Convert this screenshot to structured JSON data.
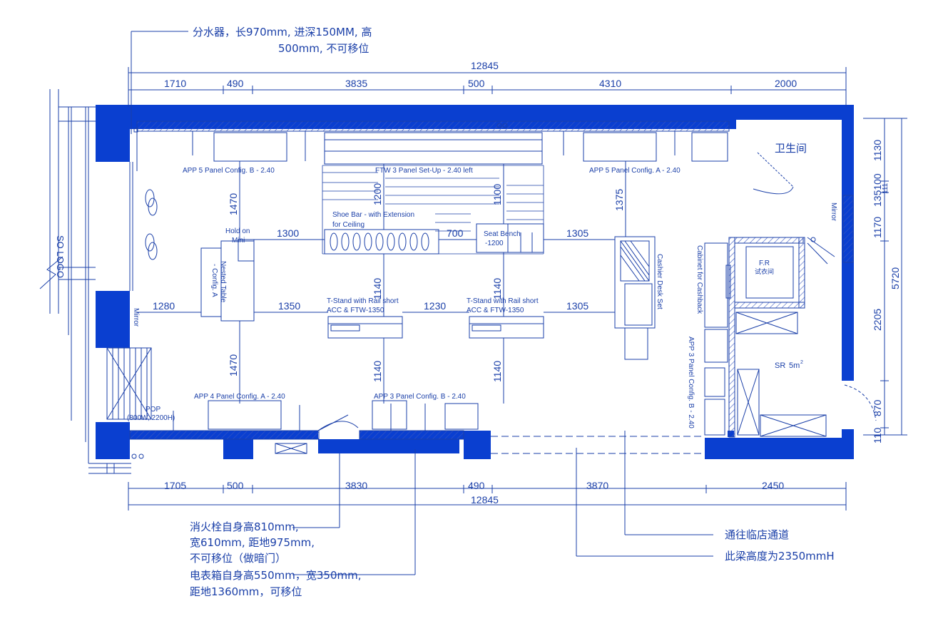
{
  "notes": {
    "water_manifold_1": "分水器，长970mm, 进深150MM, 高",
    "water_manifold_2": "500mm, 不可移位",
    "hydrant_1": "消火栓自身高810mm,",
    "hydrant_2": "宽610mm, 距地975mm,",
    "hydrant_3": "不可移位（做暗门）",
    "meter_1": "电表箱自身高550mm，宽350mm,",
    "meter_2": "距地1360mm，可移位",
    "passage": "通往临店通道",
    "beam": "此梁高度为2350mmH"
  },
  "dims_top": {
    "total": "12845",
    "d1": "1710",
    "d2": "490",
    "d3": "3835",
    "d4": "500",
    "d5": "4310",
    "d6": "2000"
  },
  "dims_bottom": {
    "total": "12845",
    "d1": "1705",
    "d2": "500",
    "d3": "3830",
    "d4": "490",
    "d5": "3870",
    "d6": "2450"
  },
  "dims_right": {
    "r1": "1130",
    "r2": "135100",
    "r3": "111",
    "r4": "1170",
    "r5": "2205",
    "r6": "870",
    "r7": "110",
    "total": "5720"
  },
  "dims_inner": {
    "v1470a": "1470",
    "v1470b": "1470",
    "v1200": "1200",
    "v1100": "1100",
    "v1375": "1375",
    "v1140a": "1140",
    "v1140b": "1140",
    "v1140c": "1140",
    "v1140d": "1140",
    "h1300": "1300",
    "h700": "700",
    "h1305a": "1305",
    "h1280": "1280",
    "h1350": "1350",
    "h1230": "1230",
    "h1305b": "1305"
  },
  "rooms": {
    "wc": "卫生间",
    "sr": "SR",
    "sr_area": "5m",
    "sr_sup": "2",
    "fr": "F.R",
    "fr_cn": "试衣间"
  },
  "labels": {
    "app5b": "APP 5 Panel Config. B - 2.40",
    "app5a": "APP 5 Panel Config. A - 2.40",
    "ftw3": "FTW 3 Panel Set-Up - 2.40 left",
    "shoebar1": "Shoe Bar - with Extension",
    "shoebar2": "for Ceiling",
    "seat1": "Seat Bench",
    "seat2": "-1200",
    "holdon1": "Hold on",
    "holdon2": "Mini",
    "nested1": "Nested Table",
    "nested2": "- Config. A",
    "tstand1a": "T-Stand with Rail short",
    "tstand1b": "ACC & FTW-1350",
    "tstand2a": "T-Stand with Rail short",
    "tstand2b": "ACC & FTW-1350",
    "cashier": "Cashier Desk Set",
    "cabinet": "Cabinet for Cashback",
    "app3b_v": "APP 3 Panel Config. B - 2.40",
    "app4a": "APP 4 Panel Config. A - 2.40",
    "app3b": "APP 3 Panel Config. B - 2.40",
    "mirror_l": "Mirror",
    "mirror_r": "Mirror",
    "pop1": "POP",
    "pop2": "(800W, 2200H)",
    "logo": "SO LOGO"
  },
  "colors": {
    "wall": "#0a3fd0",
    "line": "#1a3fa8",
    "hatch": "#4a66c8"
  }
}
